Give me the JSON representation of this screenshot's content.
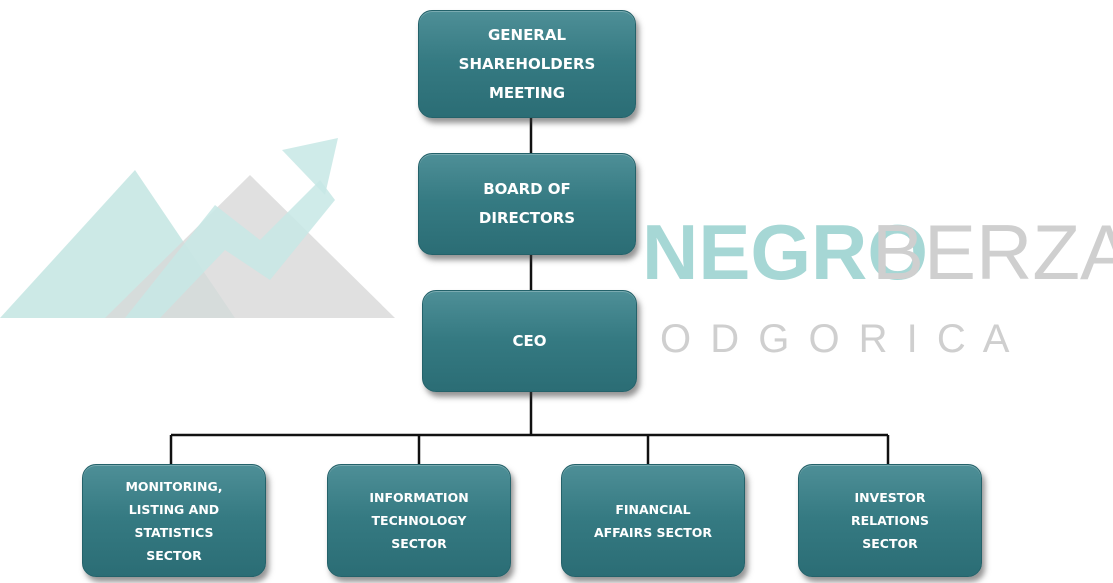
{
  "colors": {
    "node_fill": "#357a82",
    "connector": "#111111",
    "watermark_teal": "#a6d7d5",
    "watermark_grey": "#c9c9c9"
  },
  "watermark": {
    "brand_teal": "NEGRO",
    "brand_grey": "BERZA",
    "city": "O D G O R I C A"
  },
  "org_chart": {
    "root": "GENERAL\nSHAREHOLDERS\nMEETING",
    "board": "BOARD OF\nDIRECTORS",
    "ceo": "CEO",
    "sectors": [
      "MONITORING,\nLISTING AND\nSTATISTICS\nSECTOR",
      "INFORMATION\nTECHNOLOGY\nSECTOR",
      "FINANCIAL\nAFFAIRS SECTOR",
      "INVESTOR\nRELATIONS\nSECTOR"
    ]
  }
}
